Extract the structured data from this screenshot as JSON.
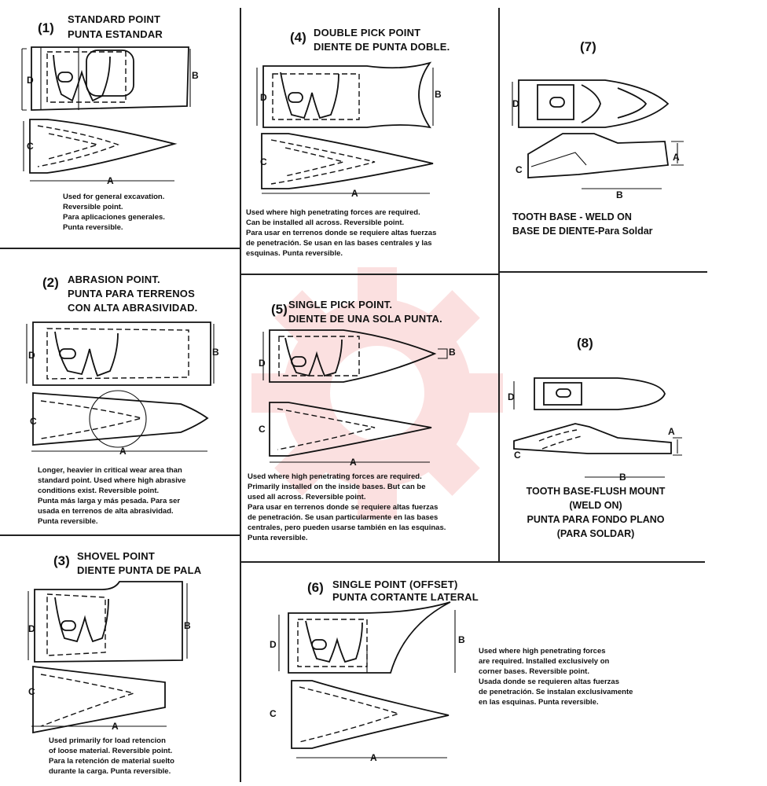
{
  "sections": {
    "s1": {
      "num": "(1)",
      "title_en": "STANDARD POINT",
      "title_es": "PUNTA ESTANDAR",
      "desc": "Used for general excavation.\nReversible point.\nPara aplicaciones generales.\nPunta reversible."
    },
    "s2": {
      "num": "(2)",
      "title_en": "ABRASION POINT.",
      "title_es1": "PUNTA PARA TERRENOS",
      "title_es2": "CON ALTA ABRASIVIDAD.",
      "desc": "Longer, heavier in critical wear area than\nstandard point. Used where high abrasive\nconditions exist. Reversible point.\nPunta más larga y más pesada. Para ser\nusada en terrenos de alta abrasividad.\nPunta reversible."
    },
    "s3": {
      "num": "(3)",
      "title_en": "SHOVEL POINT",
      "title_es": "DIENTE PUNTA DE PALA",
      "desc": "Used primarily for load retencion\nof loose material. Reversible point.\nPara la retención de material suelto\ndurante la carga. Punta reversible."
    },
    "s4": {
      "num": "(4)",
      "title_en": "DOUBLE PICK POINT",
      "title_es": "DIENTE DE PUNTA DOBLE.",
      "desc": "Used where high penetrating forces are required.\nCan be installed all across. Reversible point.\nPara usar en terrenos donde se requiere altas fuerzas\nde penetración. Se usan en las bases centrales y las\nesquinas. Punta reversible."
    },
    "s5": {
      "num": "(5)",
      "title_en": "SINGLE PICK POINT.",
      "title_es": "DIENTE DE UNA SOLA PUNTA.",
      "desc": "Used where high penetrating forces are required.\nPrimarily installed on the inside bases. But can be\nused all across. Reversible point.\nPara usar en terrenos donde se requiere altas fuerzas\nde penetración. Se usan particularmente en las bases\ncentrales, pero pueden usarse también en las esquinas.\nPunta reversible."
    },
    "s6": {
      "num": "(6)",
      "title_en": "SINGLE POINT (OFFSET)",
      "title_es": "PUNTA CORTANTE LATERAL",
      "desc": "Used where high penetrating forces\nare required. Installed exclusively on\ncorner bases. Reversible point.\nUsada donde se requieren altas fuerzas\nde penetración. Se instalan exclusivamente\nen las esquinas. Punta reversible."
    },
    "s7": {
      "num": "(7)",
      "cap1": "TOOTH BASE - WELD ON",
      "cap2": "BASE DE DIENTE-Para Soldar"
    },
    "s8": {
      "num": "(8)",
      "cap1": "TOOTH BASE-FLUSH MOUNT",
      "cap2": "(WELD ON)",
      "cap3": "PUNTA PARA FONDO PLANO",
      "cap4": "(PARA SOLDAR)"
    }
  },
  "dim_labels": {
    "a": "A",
    "b": "B",
    "c": "C",
    "d": "D"
  },
  "colors": {
    "watermark": "#e53935",
    "ink": "#111111"
  }
}
